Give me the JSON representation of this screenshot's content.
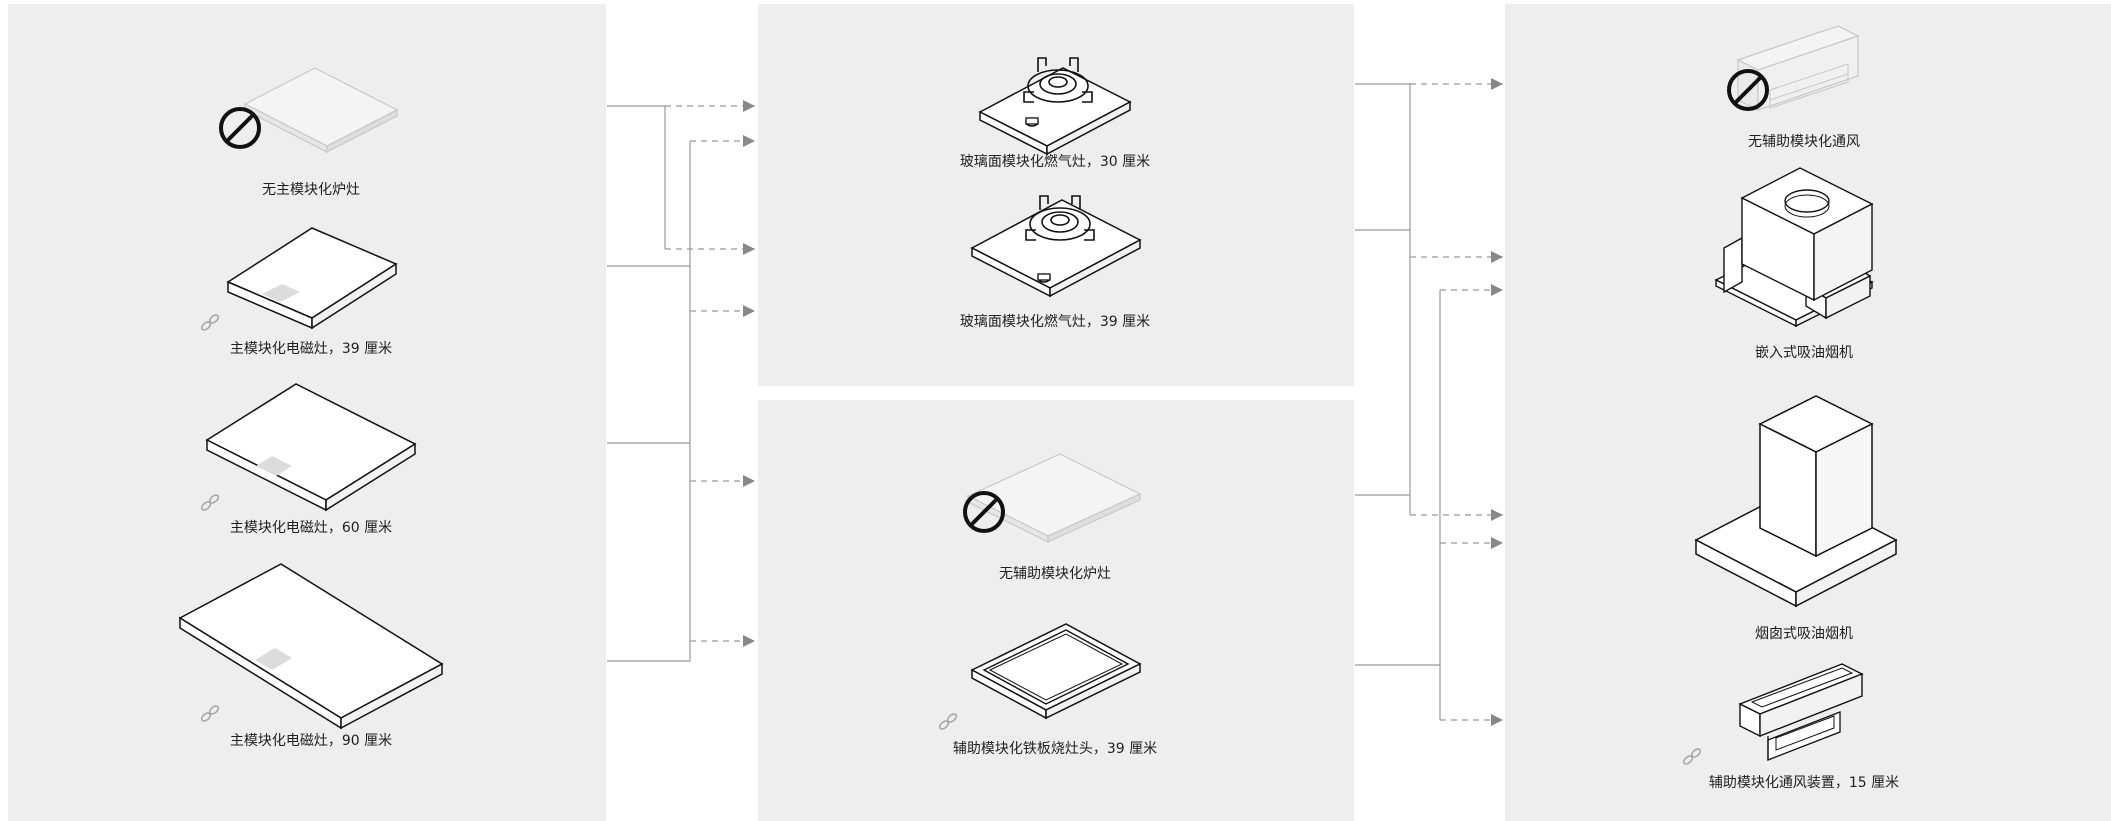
{
  "columns": {
    "main_hob": {
      "items": [
        {
          "label": "无主模块化炉灶",
          "icon": "none-prohibited-icon"
        },
        {
          "label": "主模块化电磁灶，39 厘米",
          "icon": "link-icon"
        },
        {
          "label": "主模块化电磁灶，60 厘米",
          "icon": "link-icon"
        },
        {
          "label": "主模块化电磁灶，90 厘米",
          "icon": "link-icon"
        }
      ]
    },
    "gas_hob": {
      "items": [
        {
          "label": "玻璃面模块化燃气灶，30 厘米"
        },
        {
          "label": "玻璃面模块化燃气灶，39 厘米"
        }
      ]
    },
    "aux_hob": {
      "items": [
        {
          "label": "无辅助模块化炉灶",
          "icon": "none-prohibited-icon"
        },
        {
          "label": "辅助模块化铁板烧灶头，39 厘米",
          "icon": "link-icon"
        }
      ]
    },
    "ventilation": {
      "items": [
        {
          "label": "无辅助模块化通风",
          "icon": "none-prohibited-icon"
        },
        {
          "label": "嵌入式吸油烟机"
        },
        {
          "label": "烟囱式吸油烟机"
        },
        {
          "label": "辅助模块化通风装置，15 厘米",
          "icon": "link-icon"
        }
      ]
    }
  },
  "colors": {
    "panel": "#eeeeee",
    "line": "#999999",
    "arrow": "#888888",
    "stroke": "#111111",
    "faded": "#c8c8c8"
  }
}
